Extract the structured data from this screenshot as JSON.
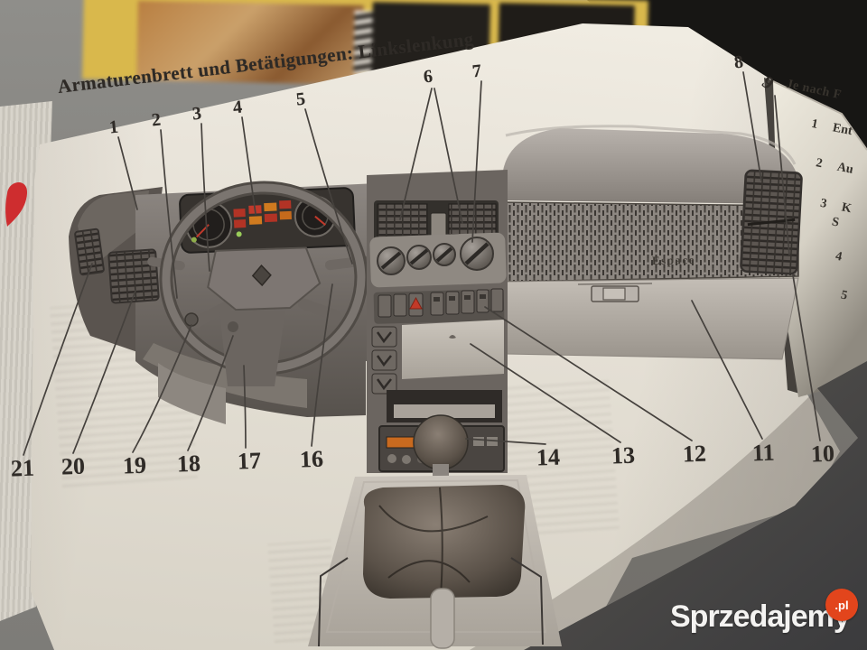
{
  "page": {
    "title": "Armaturenbrett und Betätigungen: Linkslenkung",
    "brand_label": "Espace"
  },
  "callouts": {
    "top": [
      "1",
      "2",
      "3",
      "4",
      "5",
      "6",
      "7",
      "8",
      "9"
    ],
    "bottom": [
      "21",
      "20",
      "19",
      "18",
      "17",
      "16",
      "14",
      "13",
      "12",
      "11",
      "10"
    ]
  },
  "next_page": {
    "heading_partial": "Je nach F",
    "items": [
      {
        "num": "1",
        "text_partial": "Ent"
      },
      {
        "num": "2",
        "text_partial": "Au"
      },
      {
        "num": "3",
        "text_partial": "K",
        "text_partial_line2": "S"
      },
      {
        "num": "4",
        "text_partial": ""
      },
      {
        "num": "5",
        "text_partial": ""
      }
    ]
  },
  "watermark": {
    "name": "Sprzedajemy",
    "tld": ".pl",
    "badge_color": "#e2451c"
  },
  "colors": {
    "page_paper": "#e9e4da",
    "hazard_red": "#c23a28",
    "heart_sticker_red": "#ce2d2f",
    "radio_display_orange": "#c96a1f"
  }
}
